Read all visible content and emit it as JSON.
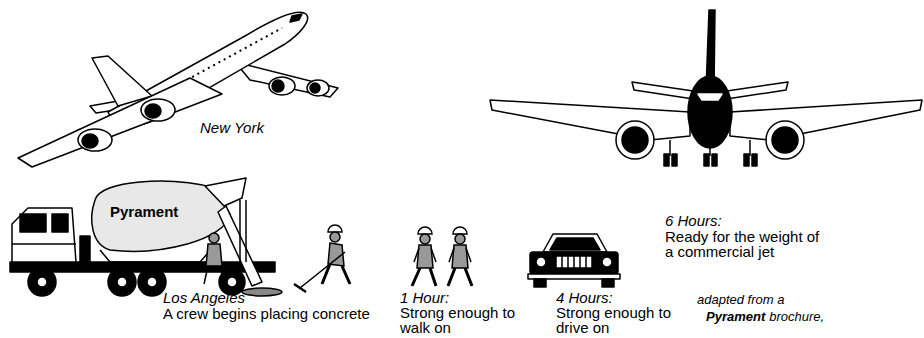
{
  "diagram": {
    "labels": [
      "New York",
      "Pyrament",
      "Los Angeles",
      "A crew begins placing concrete",
      "1 Hour:",
      "Strong enough to walk on",
      "4 Hours:",
      "Strong enough to drive on",
      "6 Hours:",
      "Ready for the weight of a commercial jet",
      "adapted from a",
      "Pyrament",
      "brochure,"
    ]
  }
}
